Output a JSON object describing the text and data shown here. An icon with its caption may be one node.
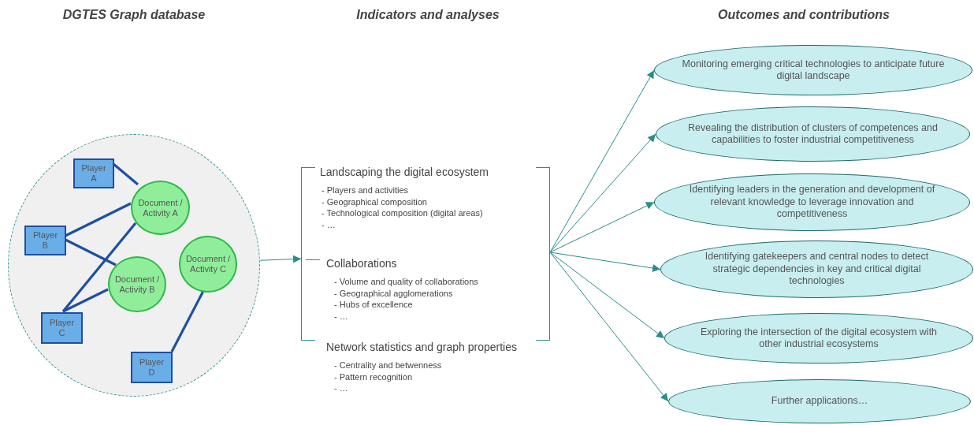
{
  "diagram": {
    "nodes": [
      {
        "text": [],
        "shape": "circle"
      },
      {
        "text": [
          "Player A"
        ],
        "in": 0
      },
      {
        "text": [
          "Document / Activity A"
        ],
        "in": 0
      },
      {
        "text": [
          "Player B"
        ],
        "in": 0
      },
      {
        "text": [
          "Document / Activity C"
        ],
        "in": 0
      },
      {
        "text": [
          "Document / Activity B"
        ],
        "in": 0
      },
      {
        "text": [
          "Player C"
        ],
        "in": 0
      },
      {
        "text": [
          "Player D"
        ],
        "in": 0
      },
      {
        "text": [],
        "shape": "bracket"
      },
      {
        "text": [
          "Landscaping the digital ecosystem",
          "- Players and activities",
          "- Geographical composition",
          "- Technological composition (digital areas)",
          "- …"
        ],
        "in": 8
      },
      {
        "text": [
          "Collaborations",
          "- Volume and quality of collaborations",
          "- Geographical agglomerations",
          "- Hubs of excellence",
          "- …"
        ],
        "in": 8
      },
      {
        "text": [
          "Network statistics and graph properties",
          "- Centrality and betwenness",
          "- Pattern recognition",
          "- …"
        ]
      },
      {
        "text": [
          "Monitoring emerging critical technologies to anticipate future digital landscape"
        ]
      },
      {
        "text": [
          "Revealing the distribution of clusters of competences and capabilities to foster industrial competitiveness"
        ]
      },
      {
        "text": [
          "Identifying leaders in the generation and development of relevant knowledge to leverage innovation and competitiveness"
        ]
      },
      {
        "text": [
          "Identifying gatekeepers and central nodes to detect strategic dependencies in key and critical digital technologies"
        ]
      },
      {
        "text": [
          "Exploring the intersection of the digital ecosystem with other industrial ecosystems"
        ]
      },
      {
        "text": [
          "Further applications…"
        ]
      }
    ],
    "edges": [
      {
        "from": 1,
        "to": 2,
        "arrow": "none",
        "style": "thick",
        "color": "#1f4fa0"
      },
      {
        "from": 3,
        "to": 2,
        "arrow": "none",
        "style": "thick",
        "color": "#1f4fa0"
      },
      {
        "from": 3,
        "to": 5,
        "arrow": "none",
        "style": "thick",
        "color": "#1f4fa0"
      },
      {
        "from": 6,
        "to": 2,
        "arrow": "none",
        "style": "thick",
        "color": "#1f4fa0"
      },
      {
        "from": 6,
        "to": 5,
        "arrow": "none",
        "style": "thick",
        "color": "#1f4fa0"
      },
      {
        "from": 7,
        "to": 4,
        "arrow": "none",
        "style": "thick",
        "color": "#1f4fa0"
      },
      {
        "from": 0,
        "to": 8,
        "arrow": "to"
      },
      {
        "from": 8,
        "to": 12,
        "arrow": "to"
      },
      {
        "from": 8,
        "to": 13,
        "arrow": "to"
      },
      {
        "from": 8,
        "to": 14,
        "arrow": "to"
      },
      {
        "from": 8,
        "to": 15,
        "arrow": "to"
      },
      {
        "from": 8,
        "to": 16,
        "arrow": "to"
      },
      {
        "from": 8,
        "to": 17,
        "arrow": "to"
      }
    ],
    "labels": [
      "DGTES Graph database",
      "Indicators and analyses",
      "Outcomes and contributions"
    ]
  }
}
